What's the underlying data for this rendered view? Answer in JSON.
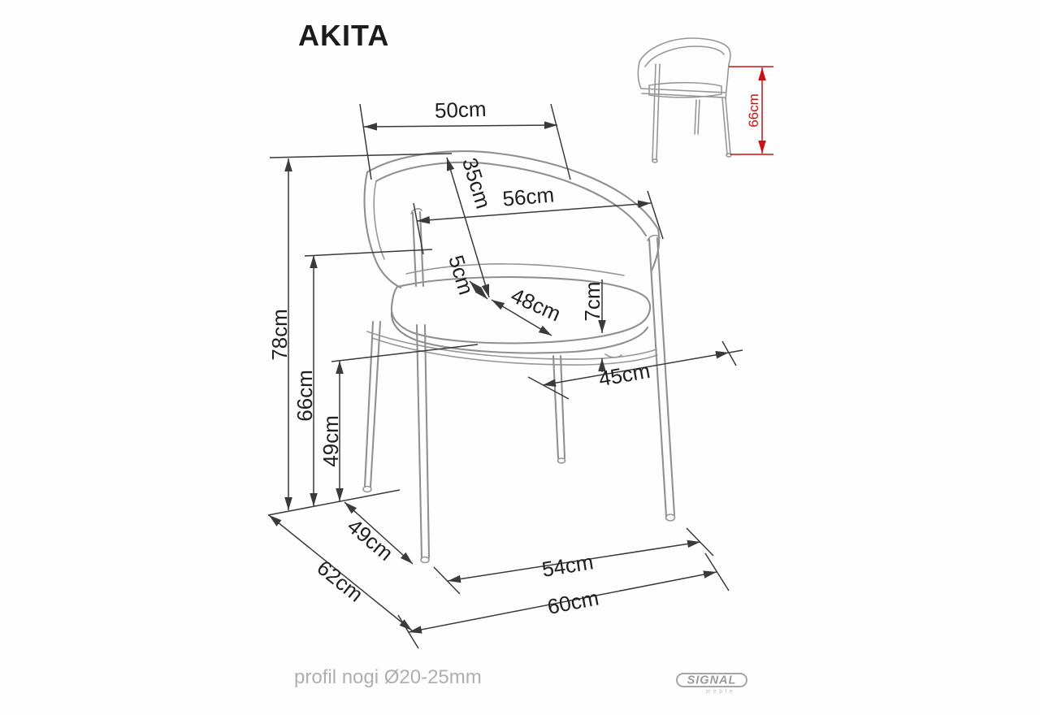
{
  "title": "AKITA",
  "footer": {
    "leg_profile_note": "profil nogi Ø20-25mm"
  },
  "brand": {
    "name": "SIGNAL",
    "sub": "meble"
  },
  "colors": {
    "dimension_line": "#3a3a3a",
    "dimension_text": "#1f1f1f",
    "chair_line": "#909090",
    "accent_red": "#cc1112",
    "muted_text": "#b0afaf"
  },
  "dimensions": {
    "top_width": "50cm",
    "backrest_diag": "35cm",
    "inner_width": "56cm",
    "backrest_seat_gap": "5cm",
    "seat_diag": "48cm",
    "cushion_thickness": "7cm",
    "total_height": "78cm",
    "armrest_height": "66cm",
    "seat_height": "49cm",
    "seat_depth": "45cm",
    "front_span": "49cm",
    "side_depth": "62cm",
    "base_width": "54cm",
    "overall_width": "60cm",
    "back_height_side_view": "66cm"
  }
}
